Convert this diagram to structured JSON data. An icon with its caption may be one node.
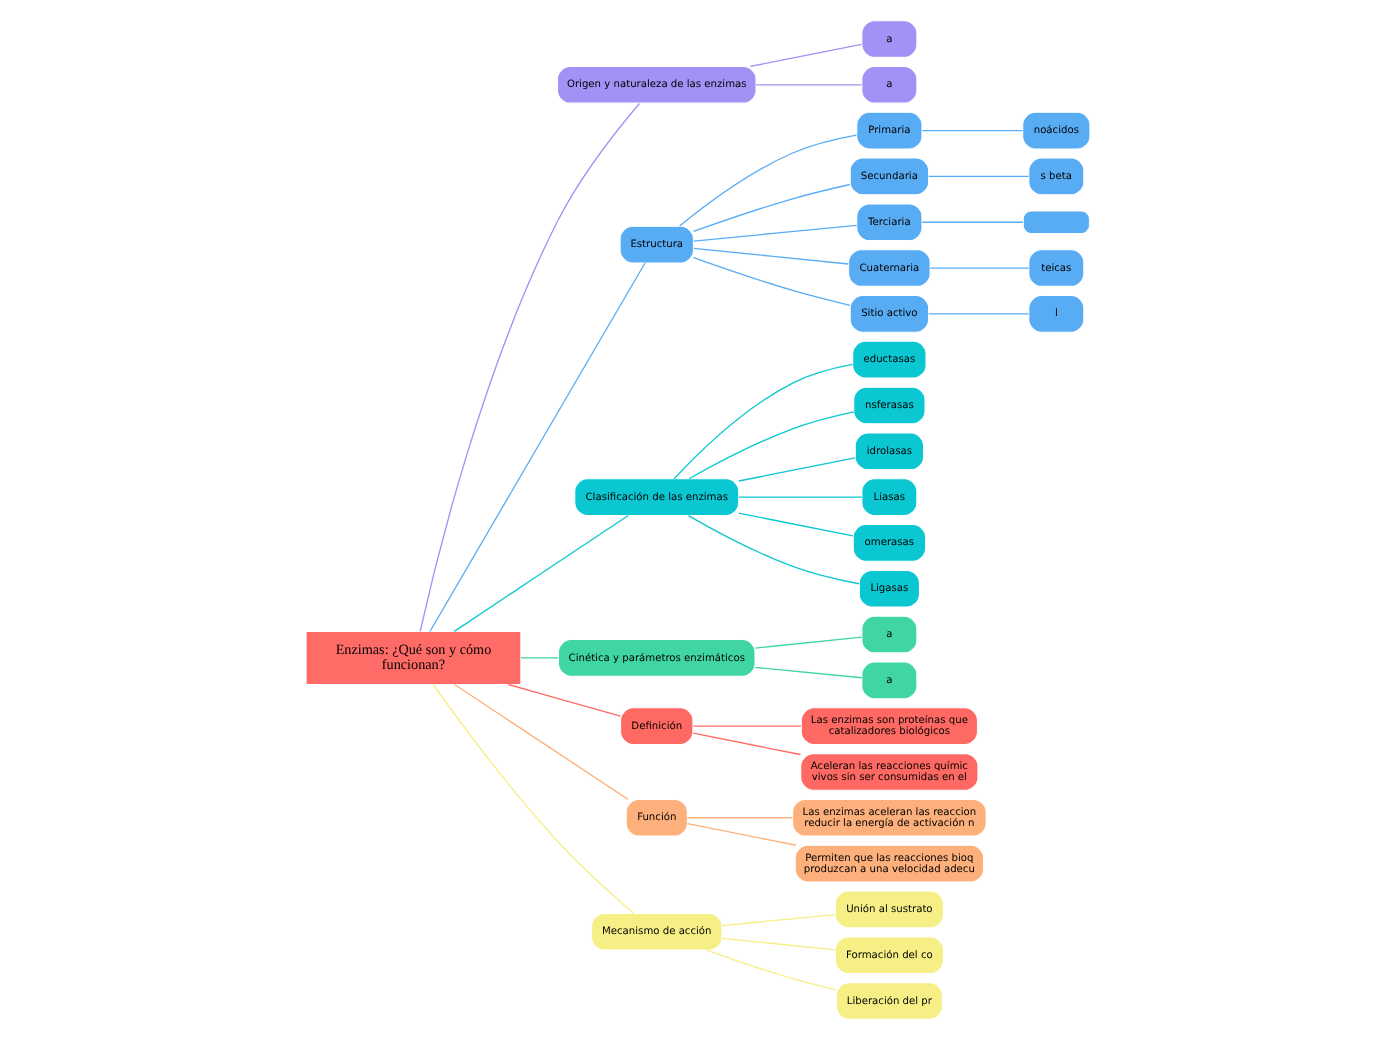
{
  "diagram": {
    "nodes": [
      {
        "text": [
          "Enzimas: ¿Qué son y cómo funcionan?"
        ]
      },
      {
        "text": [
          "Origen y naturaleza de las enzimas"
        ]
      },
      {
        "text": [
          "a"
        ]
      },
      {
        "text": [
          "a"
        ]
      },
      {
        "text": [
          "Estructura"
        ]
      },
      {
        "text": [
          "Primaria"
        ]
      },
      {
        "text": [
          "noácidos"
        ]
      },
      {
        "text": [
          "Secundaria"
        ]
      },
      {
        "text": [
          "s beta"
        ]
      },
      {
        "text": [
          "Terciaria"
        ]
      },
      {
        "text": [],
        "shape": "box"
      },
      {
        "text": [
          "Cuaternaria"
        ]
      },
      {
        "text": [
          "teicas"
        ]
      },
      {
        "text": [
          "Sitio activo"
        ]
      },
      {
        "text": [
          "l"
        ]
      },
      {
        "text": [
          "Clasificación de las enzimas"
        ]
      },
      {
        "text": [
          "eductasas"
        ]
      },
      {
        "text": [
          "nsferasas"
        ]
      },
      {
        "text": [
          "idrolasas"
        ]
      },
      {
        "text": [
          "Liasas"
        ]
      },
      {
        "text": [
          "omerasas"
        ]
      },
      {
        "text": [
          "Ligasas"
        ]
      },
      {
        "text": [
          "Cinética y parámetros enzimáticos"
        ]
      },
      {
        "text": [
          "a"
        ]
      },
      {
        "text": [
          "a"
        ]
      },
      {
        "text": [
          "Definición"
        ]
      },
      {
        "text": [
          "Las enzimas son proteínas que catalizadores biológicos"
        ]
      },
      {
        "text": [
          "Aceleran las reacciones químic vivos sin ser consumidas en el"
        ]
      },
      {
        "text": [
          "Función"
        ]
      },
      {
        "text": [
          "Las enzimas aceleran las reaccion reducir la energía de activación n"
        ]
      },
      {
        "text": [
          "Permiten que las reacciones bioq produzcan a una velocidad adecu"
        ]
      },
      {
        "text": [
          "Mecanismo de acción"
        ]
      },
      {
        "text": [
          "Unión al sustrato"
        ]
      },
      {
        "text": [
          "Formación del co"
        ]
      },
      {
        "text": [
          "Liberación del pr"
        ]
      }
    ],
    "edges": [
      {
        "from": 0,
        "to": 1,
        "arrow": "none",
        "color": "#a192f5"
      },
      {
        "from": 1,
        "to": 2,
        "arrow": "none",
        "color": "#a192f5"
      },
      {
        "from": 1,
        "to": 3,
        "arrow": "none",
        "color": "#a192f5"
      },
      {
        "from": 0,
        "to": 4,
        "arrow": "none",
        "color": "#58acf4"
      },
      {
        "from": 4,
        "to": 5,
        "arrow": "none",
        "color": "#58acf4"
      },
      {
        "from": 5,
        "to": 6,
        "arrow": "none",
        "color": "#58acf4"
      },
      {
        "from": 4,
        "to": 7,
        "arrow": "none",
        "color": "#58acf4"
      },
      {
        "from": 7,
        "to": 8,
        "arrow": "none",
        "color": "#58acf4"
      },
      {
        "from": 4,
        "to": 9,
        "arrow": "none",
        "color": "#58acf4"
      },
      {
        "from": 9,
        "to": 10,
        "arrow": "none",
        "color": "#58acf4"
      },
      {
        "from": 4,
        "to": 11,
        "arrow": "none",
        "color": "#58acf4"
      },
      {
        "from": 11,
        "to": 12,
        "arrow": "none",
        "color": "#58acf4"
      },
      {
        "from": 4,
        "to": 13,
        "arrow": "none",
        "color": "#58acf4"
      },
      {
        "from": 13,
        "to": 14,
        "arrow": "none",
        "color": "#58acf4"
      },
      {
        "from": 0,
        "to": 15,
        "arrow": "none",
        "color": "#0ac7d1"
      },
      {
        "from": 15,
        "to": 16,
        "arrow": "none",
        "color": "#0ac7d1"
      },
      {
        "from": 15,
        "to": 17,
        "arrow": "none",
        "color": "#0ac7d1"
      },
      {
        "from": 15,
        "to": 18,
        "arrow": "none",
        "color": "#0ac7d1"
      },
      {
        "from": 15,
        "to": 19,
        "arrow": "none",
        "color": "#0ac7d1"
      },
      {
        "from": 15,
        "to": 20,
        "arrow": "none",
        "color": "#0ac7d1"
      },
      {
        "from": 15,
        "to": 21,
        "arrow": "none",
        "color": "#0ac7d1"
      },
      {
        "from": 0,
        "to": 22,
        "arrow": "none",
        "color": "#3fd6a2"
      },
      {
        "from": 22,
        "to": 23,
        "arrow": "none",
        "color": "#3fd6a2"
      },
      {
        "from": 22,
        "to": 24,
        "arrow": "none",
        "color": "#3fd6a2"
      },
      {
        "from": 0,
        "to": 25,
        "arrow": "none",
        "color": "#fe6a63"
      },
      {
        "from": 25,
        "to": 26,
        "arrow": "none",
        "color": "#fe6a63"
      },
      {
        "from": 25,
        "to": 27,
        "arrow": "none",
        "color": "#fe6a63"
      },
      {
        "from": 0,
        "to": 28,
        "arrow": "none",
        "color": "#fdb07c"
      },
      {
        "from": 28,
        "to": 29,
        "arrow": "none",
        "color": "#fdb07c"
      },
      {
        "from": 28,
        "to": 30,
        "arrow": "none",
        "color": "#fdb07c"
      },
      {
        "from": 0,
        "to": 31,
        "arrow": "none",
        "color": "#f6ef86"
      },
      {
        "from": 31,
        "to": 32,
        "arrow": "none",
        "color": "#f6ef86"
      },
      {
        "from": 31,
        "to": 33,
        "arrow": "none",
        "color": "#f6ef86"
      },
      {
        "from": 31,
        "to": 34,
        "arrow": "none",
        "color": "#f6ef86"
      }
    ]
  }
}
